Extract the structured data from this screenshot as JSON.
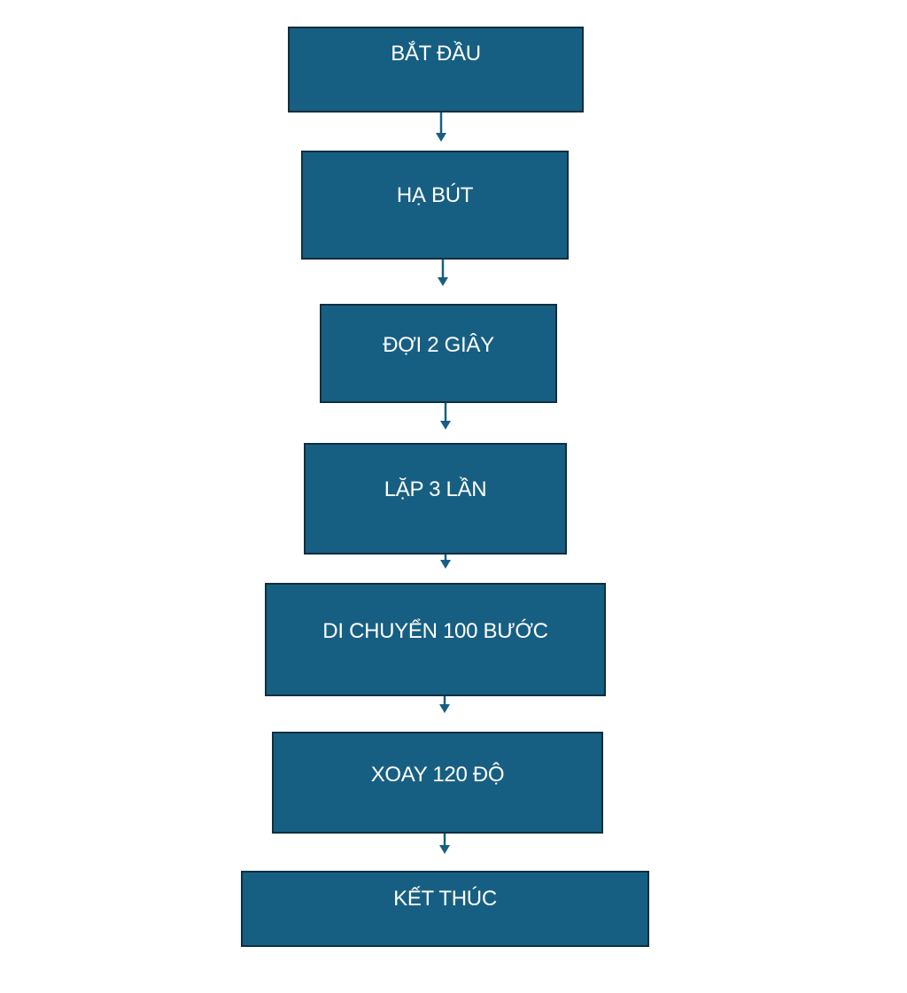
{
  "colors": {
    "node_fill": "#175f82",
    "node_border": "#0d2f40",
    "node_text": "#ffffff",
    "connector": "#175f82"
  },
  "flowchart": {
    "nodes": [
      {
        "id": "start",
        "label": "BẮT ĐẦU"
      },
      {
        "id": "pen-down",
        "label": "HẠ BÚT"
      },
      {
        "id": "wait",
        "label": "ĐỢI 2 GIÂY"
      },
      {
        "id": "repeat",
        "label": "LẶP 3 LẦN"
      },
      {
        "id": "move",
        "label": "DI CHUYỂN 100 BƯỚC"
      },
      {
        "id": "turn",
        "label": "XOAY 120 ĐỘ"
      },
      {
        "id": "end",
        "label": "KẾT THÚC"
      }
    ],
    "edges": [
      {
        "from": "start",
        "to": "pen-down"
      },
      {
        "from": "pen-down",
        "to": "wait"
      },
      {
        "from": "wait",
        "to": "repeat"
      },
      {
        "from": "repeat",
        "to": "move"
      },
      {
        "from": "move",
        "to": "turn"
      },
      {
        "from": "turn",
        "to": "end"
      }
    ]
  }
}
